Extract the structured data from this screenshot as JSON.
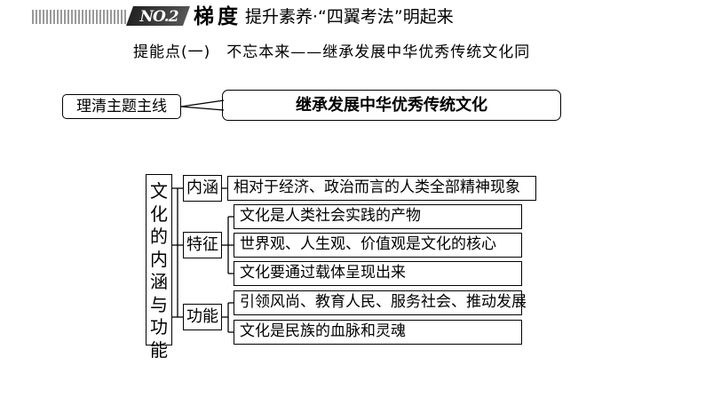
{
  "header": {
    "badge": "NO.2",
    "title": "梯度",
    "subtitle": "提升素养·“四翼考法”明起来"
  },
  "section_title": "提能点(一)　不忘本来——继承发展中华优秀传统文化同",
  "theme": {
    "label": "理清主题主线",
    "text": "继承发展中华优秀传统文化"
  },
  "diagram": {
    "root": [
      "文",
      "化",
      "的",
      "内",
      "涵",
      "与",
      "功",
      "能"
    ],
    "groups": [
      {
        "label": "内涵",
        "items": [
          "相对于经济、政治而言的人类全部精神现象"
        ]
      },
      {
        "label": "特征",
        "items": [
          "文化是人类社会实践的产物",
          "世界观、人生观、价值观是文化的核心",
          "文化要通过载体呈现出来"
        ]
      },
      {
        "label": "功能",
        "items": [
          "引领风尚、教育人民、服务社会、推动发展",
          "文化是民族的血脉和灵魂"
        ]
      }
    ]
  }
}
